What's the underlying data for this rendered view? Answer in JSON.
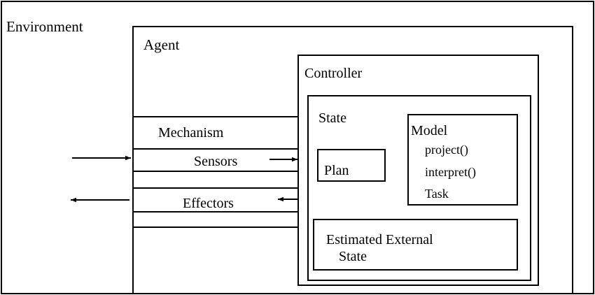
{
  "environment": {
    "label": "Environment"
  },
  "agent": {
    "label": "Agent",
    "mechanism": {
      "label": "Mechanism",
      "sensors_label": "Sensors",
      "effectors_label": "Effectors"
    },
    "controller": {
      "label": "Controller",
      "state": {
        "label": "State",
        "plan_label": "Plan",
        "model": {
          "label": "Model",
          "items": [
            "project()",
            "interpret()",
            "Task"
          ]
        },
        "estimated_external_state": {
          "line1": "Estimated External",
          "line2": "State"
        }
      }
    }
  }
}
